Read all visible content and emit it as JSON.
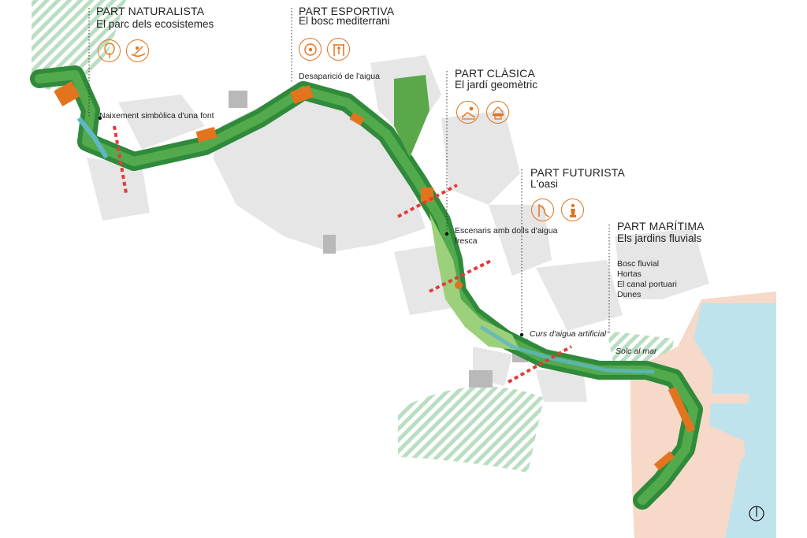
{
  "sections": [
    {
      "title": "PART NATURALISTA",
      "subtitle": "El parc dels ecosistemes",
      "icons": [
        "tree-icon",
        "canoe-icon"
      ]
    },
    {
      "title": "PART ESPORTIVA",
      "subtitle": "El bosc mediterrani",
      "icons": [
        "ball-icon",
        "exercise-icon"
      ]
    },
    {
      "title": "PART CLÀSICA",
      "subtitle": "El jardí geomètric",
      "icons": [
        "sunbed-icon",
        "fountain-icon"
      ]
    },
    {
      "title": "PART FUTURISTA",
      "subtitle": "L'oasi",
      "icons": [
        "slide-icon",
        "statue-icon"
      ]
    },
    {
      "title": "PART MARÍTIMA",
      "subtitle": "Els jardins fluvials",
      "icons": []
    }
  ],
  "annotations": {
    "naixement": "Naixement simbòlica d'una font",
    "desaparicio": "Desaparició de l'aigua",
    "escenaris_line1": "Escenaris amb dolls d'aigua",
    "escenaris_line2": "fresca",
    "curs": "Curs d'aigua artificial",
    "solc": "Solc al mar"
  },
  "maritima_items": [
    "Bosc fluvial",
    "Hortas",
    "El canal portuari",
    "Dunes"
  ],
  "colors": {
    "accent_orange": "#e3741e",
    "park_green": "#2f8a3a",
    "light_green": "#9dd07a",
    "water": "#bfe3ec",
    "port": "#f6d9c8",
    "city_block": "#e6e6e6",
    "hatch": "#a9d6b1",
    "cut_line": "#e23b3b"
  }
}
